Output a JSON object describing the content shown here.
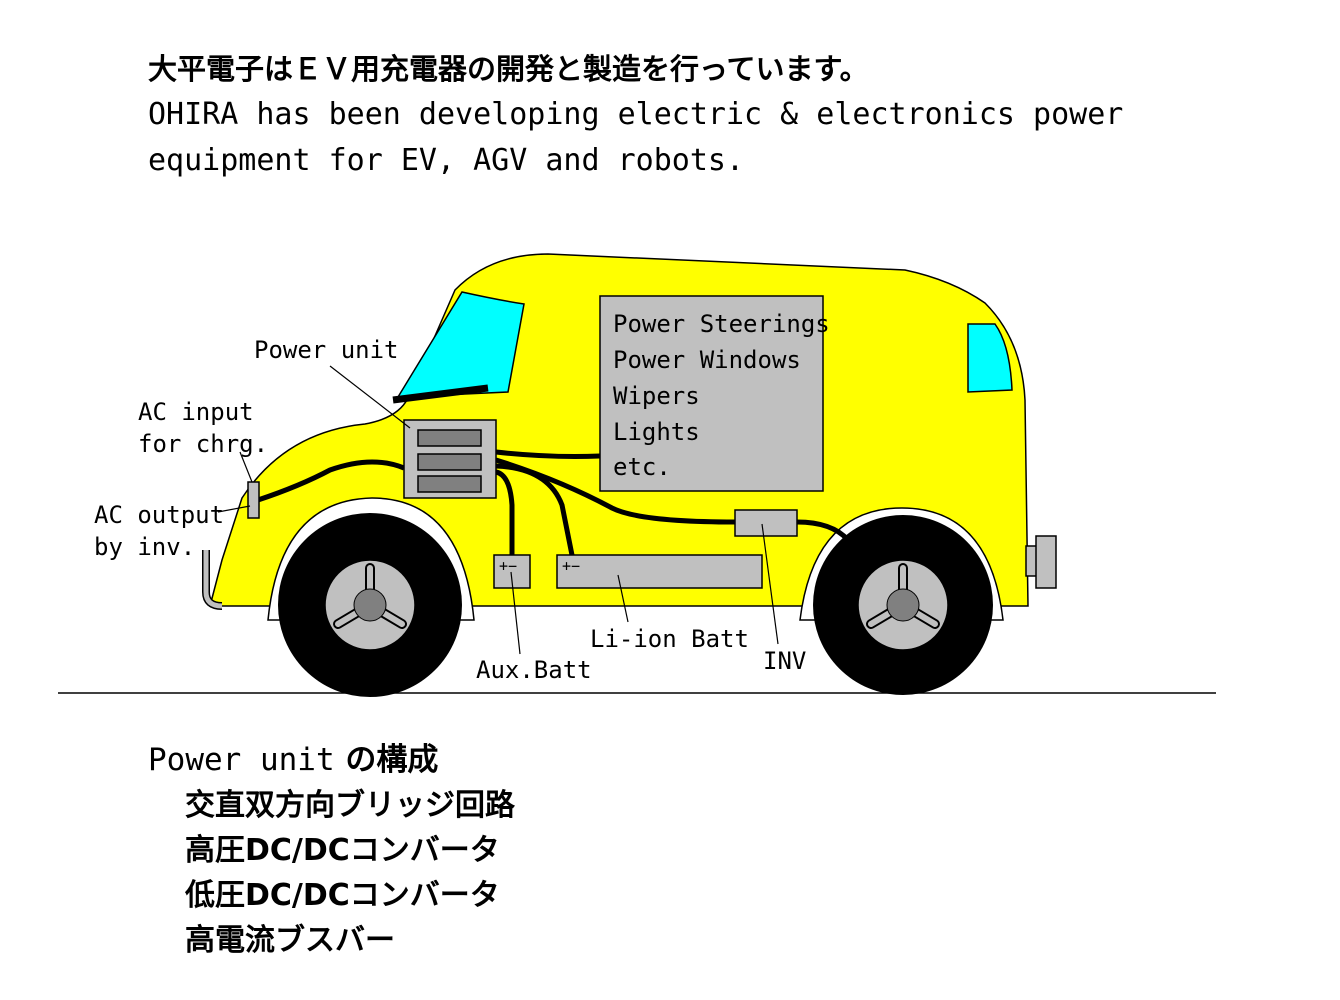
{
  "intro": {
    "line_jp": "大平電子はＥＶ用充電器の開発と製造を行っています。",
    "line_en_1": "OHIRA has been developing electric & electronics power",
    "line_en_2": "equipment for EV, AGV and robots."
  },
  "diagram": {
    "panel_items": [
      "Power Steerings",
      "Power Windows",
      "Wipers",
      "Lights",
      "etc."
    ],
    "labels": {
      "power_unit": "Power unit",
      "ac_input_1": "AC input",
      "ac_input_2": "for chrg.",
      "ac_output_1": "AC output",
      "ac_output_2": "by inv.",
      "aux_batt": "Aux.Batt",
      "li_ion_batt": "Li-ion Batt",
      "inv": "INV",
      "aux_terminals": "+−",
      "li_terminals": "+−"
    },
    "colors": {
      "body": "#ffff00",
      "window": "#00ffff",
      "component": "#c0c0c0",
      "tire": "#000000",
      "hub": "#c0c0c0"
    }
  },
  "composition": {
    "heading_en": "Power unit",
    "heading_jp": " の構成",
    "items": [
      "交直双方向ブリッジ回路",
      "高圧DC/DCコンバータ",
      "低圧DC/DCコンバータ",
      "高電流ブスバー"
    ]
  }
}
